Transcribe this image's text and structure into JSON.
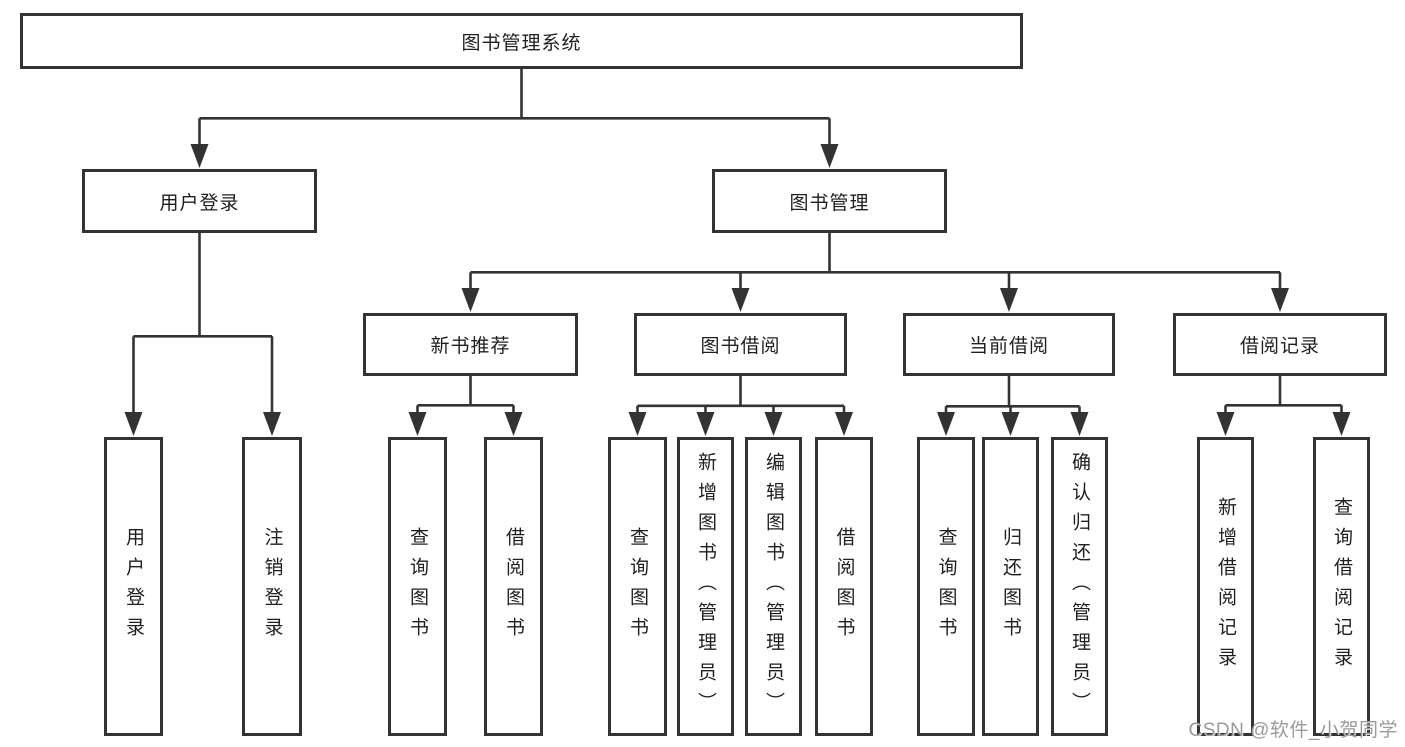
{
  "tree": {
    "label": "图书管理系统",
    "children": [
      {
        "label": "用户登录",
        "children": [
          {
            "label": "用户登录"
          },
          {
            "label": "注销登录"
          }
        ]
      },
      {
        "label": "图书管理",
        "children": [
          {
            "label": "新书推荐",
            "children": [
              {
                "label": "查询图书"
              },
              {
                "label": "借阅图书"
              }
            ]
          },
          {
            "label": "图书借阅",
            "children": [
              {
                "label": "查询图书"
              },
              {
                "label": "新增图书（管理员）"
              },
              {
                "label": "编辑图书（管理员）"
              },
              {
                "label": "借阅图书"
              }
            ]
          },
          {
            "label": "当前借阅",
            "children": [
              {
                "label": "查询图书"
              },
              {
                "label": "归还图书"
              },
              {
                "label": "确认归还（管理员）"
              }
            ]
          },
          {
            "label": "借阅记录",
            "children": [
              {
                "label": "新增借阅记录"
              },
              {
                "label": "查询借阅记录"
              }
            ]
          }
        ]
      }
    ]
  },
  "watermark": {
    "text": "CSDN @软件_小贺同学"
  },
  "colors": {
    "line": "#333333",
    "node_border": "#333333",
    "node_text": "#1f1f1f",
    "background": "#ffffff",
    "watermark": "#9b9b9b"
  }
}
